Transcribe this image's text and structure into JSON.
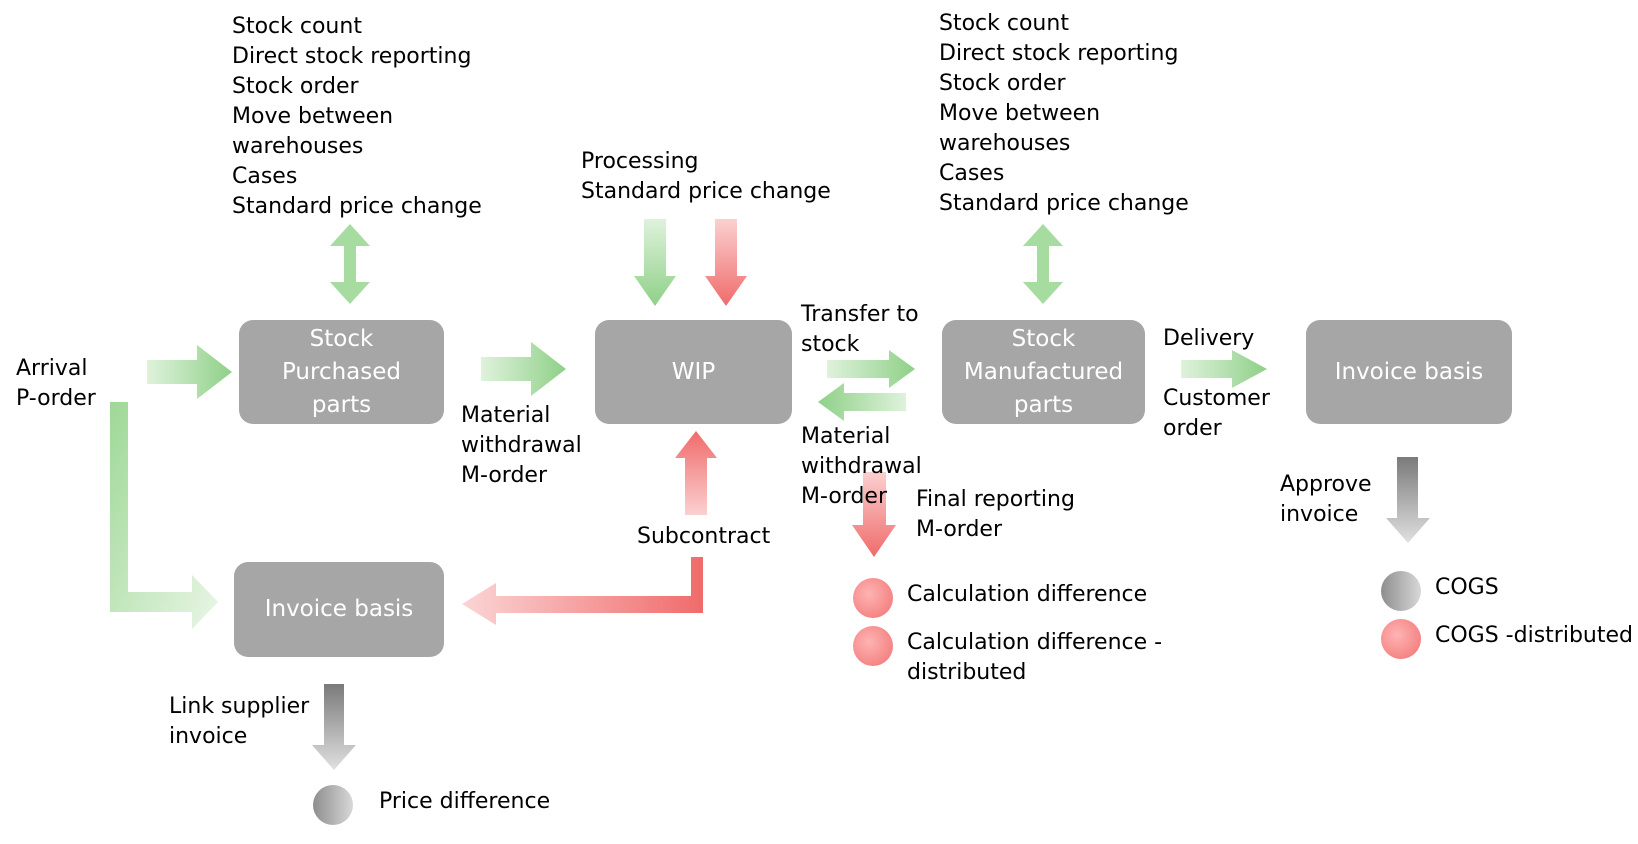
{
  "colors": {
    "box": "#a6a6a6",
    "green": "#a6dca0",
    "red": "#f07272",
    "gray": "#8e8e8e"
  },
  "boxes": {
    "stock_purchased": [
      "Stock",
      "Purchased",
      "parts"
    ],
    "wip": [
      "WIP"
    ],
    "stock_manufactured": [
      "Stock",
      "Manufactured",
      "parts"
    ],
    "invoice_basis_right": [
      "Invoice basis"
    ],
    "invoice_basis_left": [
      "Invoice basis"
    ]
  },
  "labels": {
    "stock_ops_left": [
      "Stock count",
      "Direct stock reporting",
      "Stock order",
      "Move between",
      "warehouses",
      "Cases",
      "Standard price change"
    ],
    "stock_ops_right": [
      "Stock count",
      "Direct stock reporting",
      "Stock order",
      "Move between",
      "warehouses",
      "Cases",
      "Standard price change"
    ],
    "processing": [
      "Processing",
      "Standard price change"
    ],
    "arrival": [
      "Arrival",
      "P-order"
    ],
    "material_withdrawal_left": [
      "Material",
      "withdrawal",
      "M-order"
    ],
    "transfer_to_stock": [
      "Transfer to",
      "stock"
    ],
    "material_withdrawal_right": [
      "Material",
      "withdrawal",
      "M-order"
    ],
    "delivery": [
      "Delivery"
    ],
    "customer_order": [
      "Customer",
      "order"
    ],
    "final_reporting": [
      "Final reporting",
      "M-order"
    ],
    "subcontract": [
      "Subcontract"
    ],
    "approve_invoice": [
      "Approve",
      "invoice"
    ],
    "link_supplier_invoice": [
      "Link supplier",
      "invoice"
    ]
  },
  "legend": {
    "calc_diff": [
      "Calculation difference"
    ],
    "calc_diff_distributed": [
      "Calculation difference -",
      "distributed"
    ],
    "cogs": [
      "COGS"
    ],
    "cogs_distributed": [
      "COGS -distributed"
    ],
    "price_difference": [
      "Price difference"
    ]
  }
}
